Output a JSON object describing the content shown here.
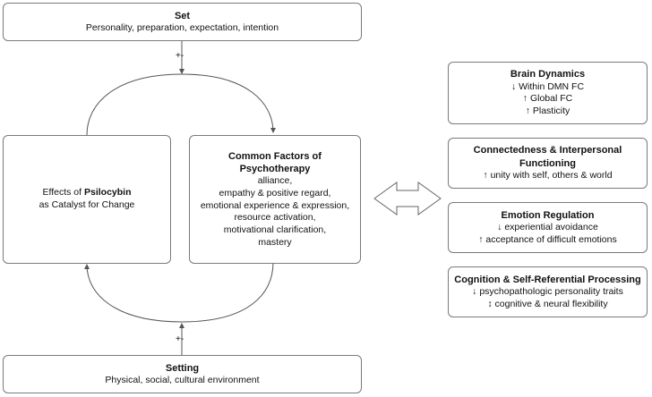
{
  "set": {
    "title": "Set",
    "text": "Personality, preparation, expectation, intention"
  },
  "setting": {
    "title": "Setting",
    "text": "Physical, social, cultural environment"
  },
  "psilocybin": {
    "pre": "Effects of ",
    "bold": "Psilocybin",
    "line2": "as Catalyst for Change"
  },
  "common_factors": {
    "title": "Common Factors of Psychotherapy",
    "items": [
      "alliance,",
      "empathy & positive regard,",
      "emotional experience & expression,",
      "resource activation,",
      "motivational clarification,",
      "mastery"
    ]
  },
  "modulators": {
    "top": "+-",
    "bottom": "+-"
  },
  "outcomes": [
    {
      "title": "Brain Dynamics",
      "lines": [
        "↓ Within DMN FC",
        "↑ Global FC",
        "↑ Plasticity"
      ]
    },
    {
      "title": "Connectedness & Interpersonal Functioning",
      "lines": [
        "↑ unity with self, others & world"
      ]
    },
    {
      "title": "Emotion Regulation",
      "lines": [
        "↓ experiential avoidance",
        "↑ acceptance of difficult emotions"
      ]
    },
    {
      "title": "Cognition & Self-Referential Processing",
      "lines": [
        "↓ psychopathologic personality traits",
        "↕ cognitive & neural flexibility"
      ]
    }
  ],
  "colors": {
    "border": "#7a7a7a",
    "line": "#555555"
  }
}
